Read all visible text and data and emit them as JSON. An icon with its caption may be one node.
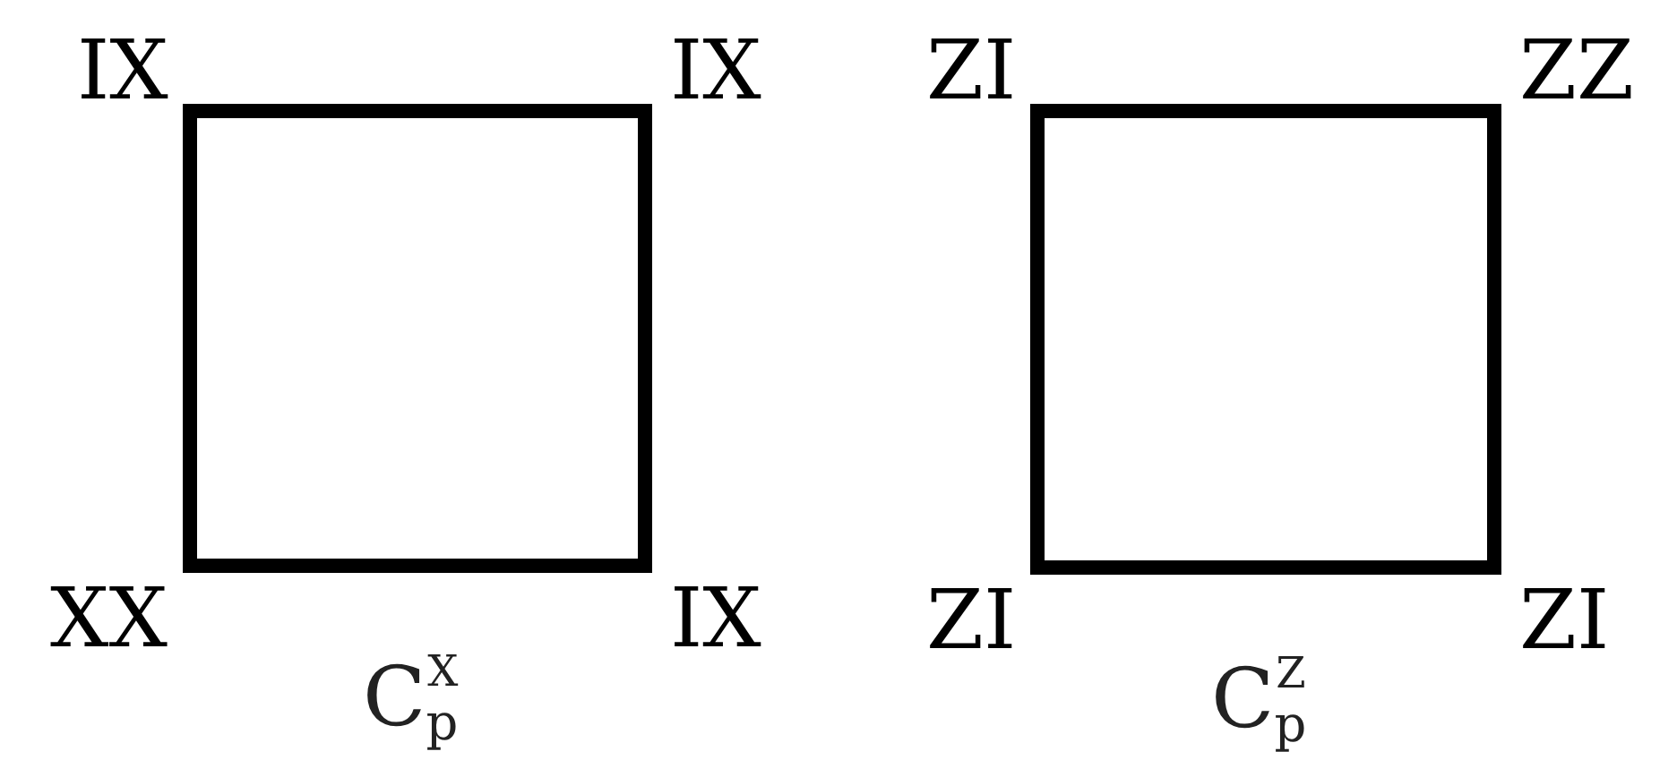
{
  "diagram": {
    "nodes": [
      {
        "text": [],
        "shape": "box",
        "beside": [
          "IX",
          "IX",
          "XX",
          "IX",
          "C$_{p}$$^{X}$"
        ]
      },
      {
        "text": [],
        "shape": "box",
        "beside": [
          "ZI",
          "ZZ",
          "ZI",
          "ZI",
          "C$_{p}$$^{Z}$"
        ]
      }
    ]
  }
}
